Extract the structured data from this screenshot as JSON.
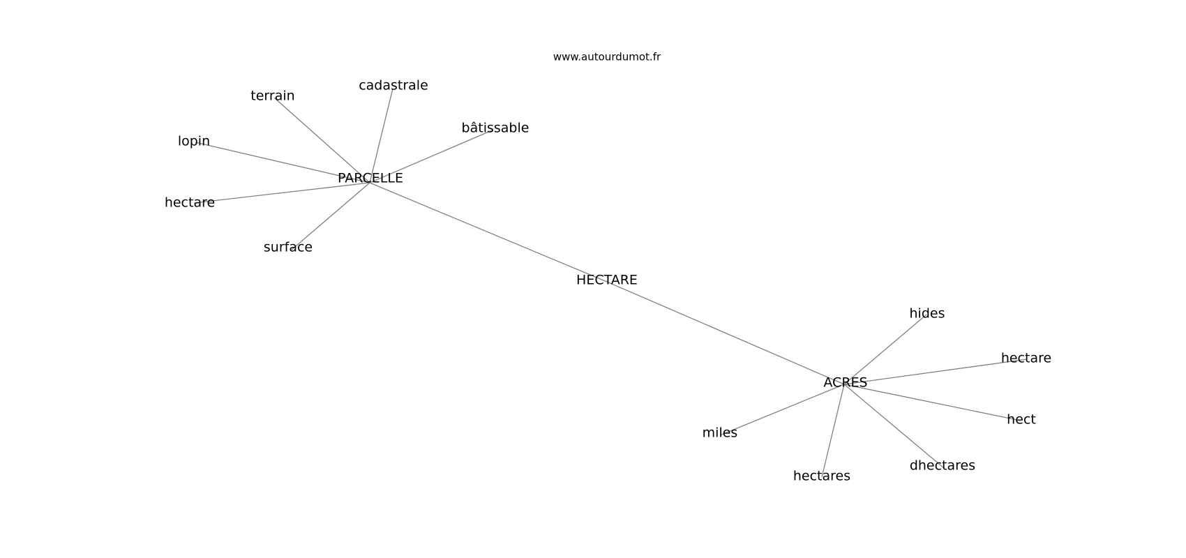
{
  "header": {
    "site": "www.autourdumot.fr"
  },
  "graph": {
    "center": "HECTARE",
    "hubs": [
      {
        "label": "PARCELLE",
        "leaves": [
          "terrain",
          "cadastrale",
          "bâtissable",
          "lopin",
          "hectare",
          "surface"
        ]
      },
      {
        "label": "ACRES",
        "leaves": [
          "hides",
          "hectare",
          "hect",
          "dhectares",
          "hectares",
          "miles"
        ]
      }
    ]
  },
  "colors": {
    "edge": "#808080",
    "text": "#000000",
    "background": "#ffffff"
  }
}
